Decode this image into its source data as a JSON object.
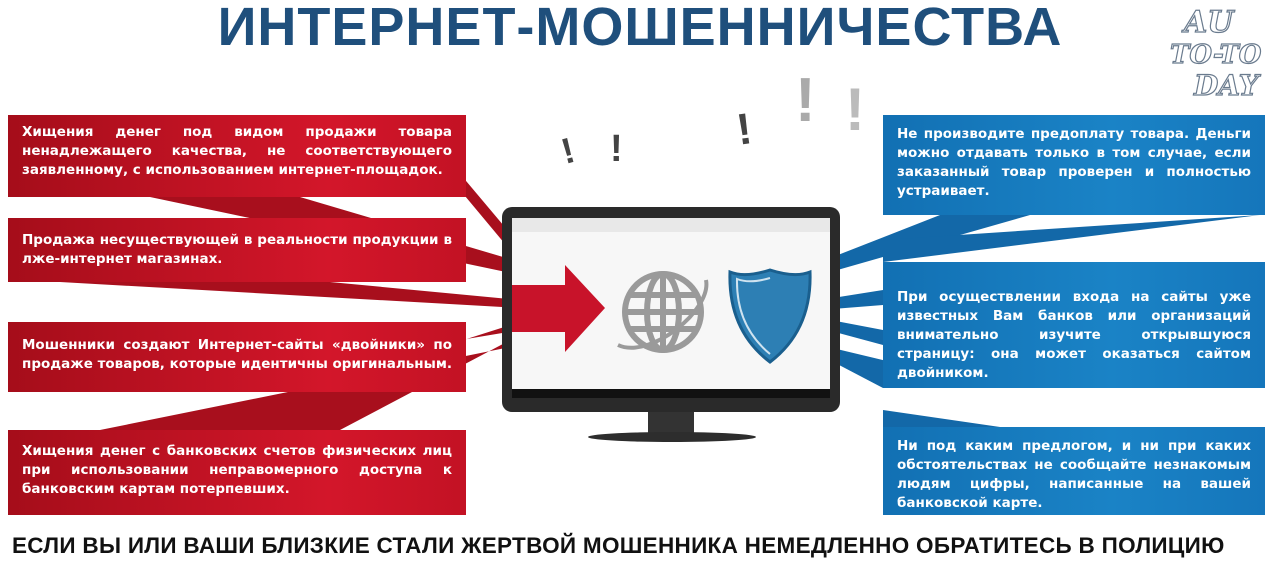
{
  "title": "ИНТЕРНЕТ-МОШЕННИЧЕСТВА",
  "fraud_types": [
    "Хищения денег под видом продажи товара ненадлежащего качества, не соответствующего заявленному, с использованием интернет-площадок.",
    "Продажа несуществующей в реальности продукции в лже-интернет магазинах.",
    "Мошенники создают Интернет-сайты «двойники» по продаже товаров, которые идентичны оригинальным.",
    "Хищения денег с банковских счетов физических лиц при использовании неправомерного доступа к банковским картам потерпевших."
  ],
  "advice": [
    "Не производите предоплату товара. Деньги можно отдавать только в том случае, если заказанный товар проверен и полностью устраивает.",
    "При осуществлении входа на сайты уже известных Вам банков или организаций внимательно изучите открывшуюся страницу: она может оказаться сайтом двойником.",
    "Ни под каким предлогом, и ни при каких обстоятельствах не сообщайте незнакомым людям цифры, написанные на вашей банковской карте."
  ],
  "bottom_text": "ЕСЛИ ВЫ ИЛИ ВАШИ БЛИЗКИЕ СТАЛИ ЖЕРТВОЙ МОШЕННИКА НЕМЕДЛЕННО ОБРАТИТЕСЬ В ПОЛИЦИЮ",
  "watermark": {
    "line1": "AU",
    "line2": "TO-TO",
    "line3": "DAY"
  },
  "exclamation": "!",
  "colors": {
    "title": "#1f4f7c",
    "red": "#c8132a",
    "blue": "#1a7cc1"
  }
}
